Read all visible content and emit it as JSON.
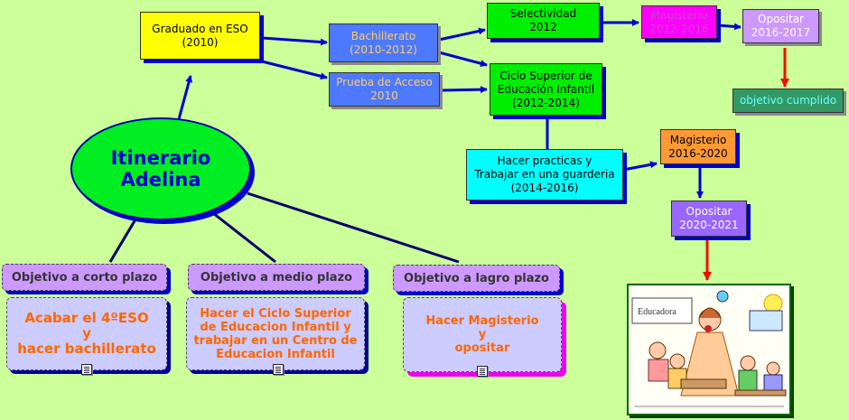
{
  "center": {
    "text": "Itinerario\nAdelina"
  },
  "nodes": {
    "graduado": "Graduado en ESO\n(2010)",
    "bachillerato": "Bachillerato\n(2010-2012)",
    "prueba": "Prueba de Acceso\n2010",
    "selectividad": "Selectividad\n2012",
    "ciclo": "Ciclo Superior de\nEducación Infantil\n(2012-2014)",
    "magisterio_top": "Magisterio\n2012-2016",
    "opositar_top": "Opositar\n2016-2017",
    "cumplido": "objetivo cumplido",
    "practicas": "Hacer practicas y\nTrabajar en una guarderia\n(2014-2016)",
    "magisterio_mid": "Magisterio\n2016-2020",
    "opositar_mid": "Opositar\n2020-2021"
  },
  "objectives": {
    "corto": {
      "title": "Objetivo a corto plazo",
      "text": "Acabar el 4ºESO\ny\nhacer bachillerato"
    },
    "medio": {
      "title": "Objetivo a medio plazo",
      "text": "Hacer el Ciclo Superior\nde Educacion Infantil y\ntrabajar en un Centro de\nEducacion Infantil"
    },
    "largo": {
      "title": "Objetivo a lagro plazo",
      "text": "Hacer Magisterio\ny\nopositar"
    }
  },
  "picture": {
    "board_text": "Educadora"
  },
  "icons": [
    "document-icon"
  ],
  "colors": {
    "background": "#ccff99",
    "blue_connector": "#0000cc",
    "red_connector": "#ee1100",
    "dark_connector": "#000066",
    "objective_text": "#ff6600"
  }
}
